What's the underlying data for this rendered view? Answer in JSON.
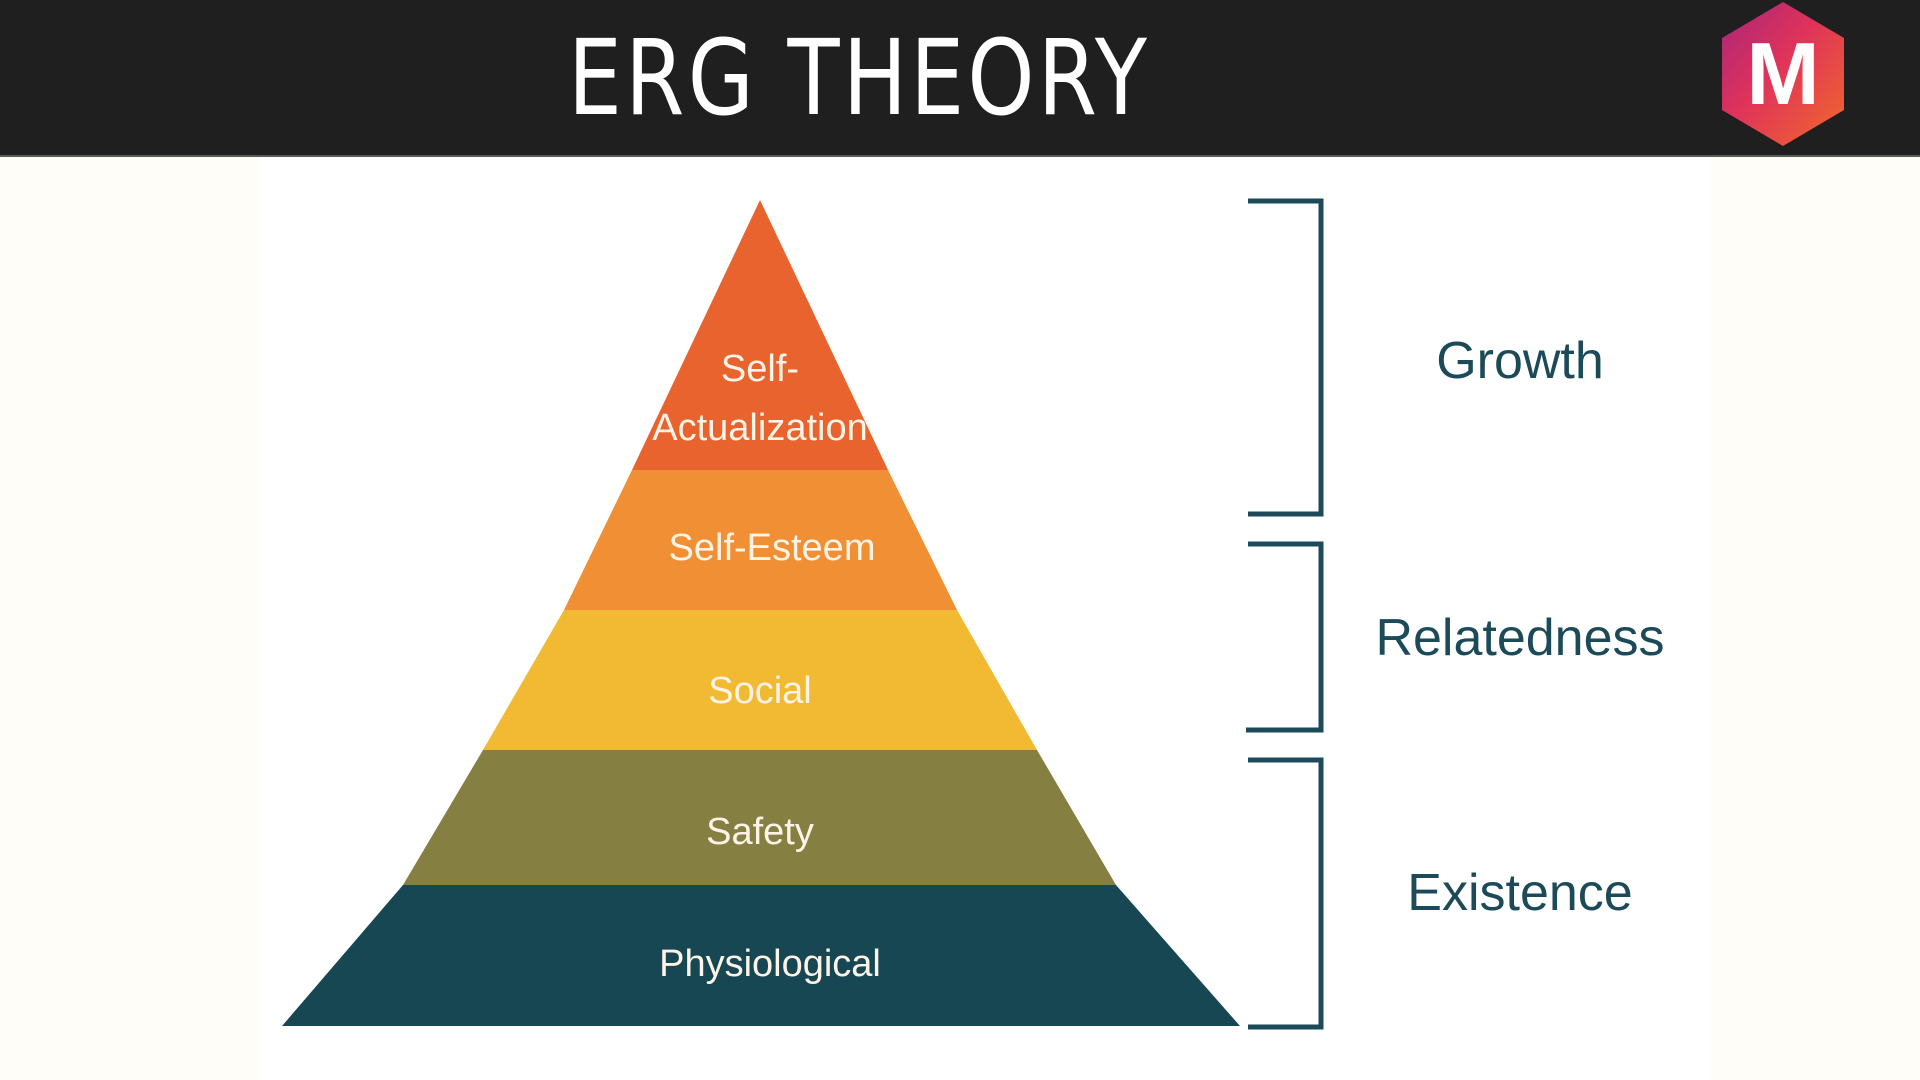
{
  "header": {
    "title": "ERG THEORY",
    "logo_letter": "M",
    "background": "#1f1f1f"
  },
  "pyramid": {
    "layers": [
      {
        "label_line1": "Self-",
        "label_line2": "Actualization",
        "color": "#e9632f"
      },
      {
        "label": "Self-Esteem",
        "color": "#f08f33"
      },
      {
        "label": "Social",
        "color": "#f2b933"
      },
      {
        "label": "Safety",
        "color": "#857f42"
      },
      {
        "label": "Physiological",
        "color": "#184754"
      }
    ]
  },
  "groups": [
    {
      "label": "Growth",
      "covers": [
        "Self-Actualization"
      ]
    },
    {
      "label": "Relatedness",
      "covers": [
        "Self-Esteem",
        "Social"
      ]
    },
    {
      "label": "Existence",
      "covers": [
        "Safety",
        "Physiological"
      ]
    }
  ],
  "colors": {
    "bracket": "#1c4a58",
    "page_background": "#fffdf8"
  }
}
